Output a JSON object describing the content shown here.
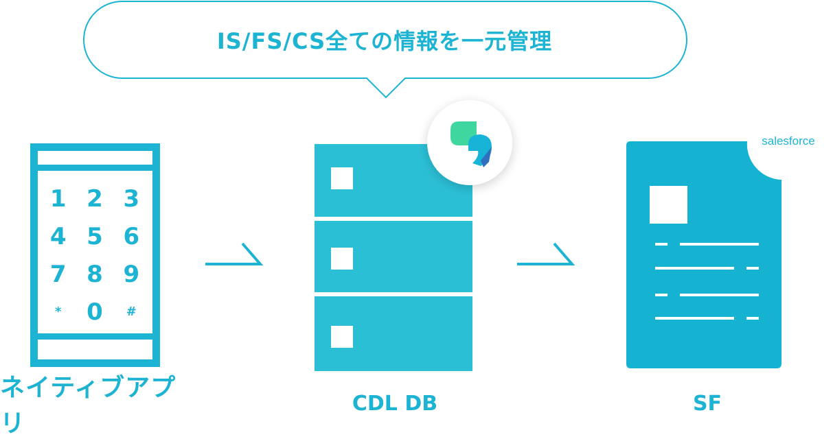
{
  "bubble": {
    "text": "IS/FS/CS全ての情報を一元管理"
  },
  "nodes": {
    "app": {
      "label": "ネイティブアプリ",
      "keys": [
        "1",
        "2",
        "3",
        "4",
        "5",
        "6",
        "7",
        "8",
        "9",
        "*",
        "0",
        "#"
      ]
    },
    "db": {
      "label": "CDL DB"
    },
    "sf": {
      "label": "SF",
      "logo_text": "salesforce"
    }
  },
  "colors": {
    "primary": "#1db3d2",
    "server": "#2bbfd6",
    "doc": "#16b2d2",
    "white": "#ffffff"
  }
}
